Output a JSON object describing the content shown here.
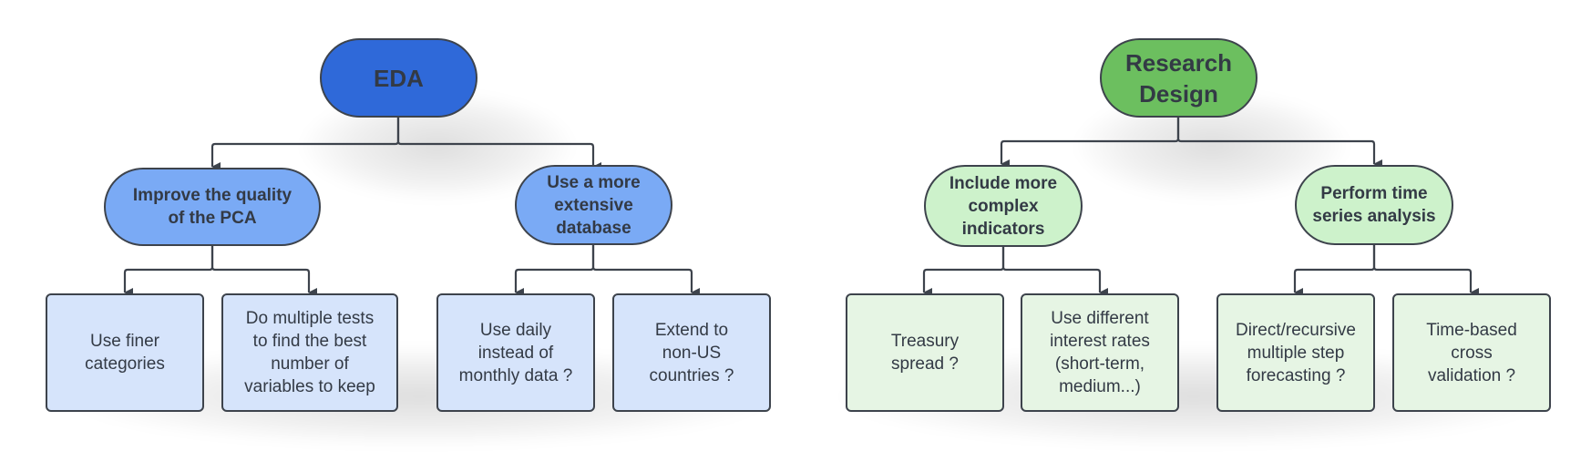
{
  "colors": {
    "edge": "#3d434c",
    "eda_root": "#2f69d9",
    "eda_mid": "#7aaaf5",
    "eda_leaf": "#d6e4fb",
    "rd_root": "#6cbf5f",
    "rd_mid": "#cdf2cb",
    "rd_leaf": "#e6f5e4",
    "text": "#333a45"
  },
  "trees": [
    {
      "name": "eda",
      "root": {
        "label": "EDA"
      },
      "children": [
        {
          "label": "Improve the quality\nof the PCA",
          "children": [
            {
              "label": "Use finer\ncategories"
            },
            {
              "label": "Do multiple tests\nto find the best\nnumber of\nvariables to keep"
            }
          ]
        },
        {
          "label": "Use a more\nextensive\ndatabase",
          "children": [
            {
              "label": "Use daily\ninstead of\nmonthly data ?"
            },
            {
              "label": "Extend to\nnon-US\ncountries ?"
            }
          ]
        }
      ]
    },
    {
      "name": "research-design",
      "root": {
        "label": "Research\nDesign"
      },
      "children": [
        {
          "label": "Include more\ncomplex\nindicators",
          "children": [
            {
              "label": "Treasury\nspread ?"
            },
            {
              "label": "Use different\ninterest rates\n(short-term,\nmedium...)"
            }
          ]
        },
        {
          "label": "Perform time\nseries analysis",
          "children": [
            {
              "label": "Direct/recursive\nmultiple step\nforecasting ?"
            },
            {
              "label": "Time-based\ncross\nvalidation ?"
            }
          ]
        }
      ]
    }
  ]
}
